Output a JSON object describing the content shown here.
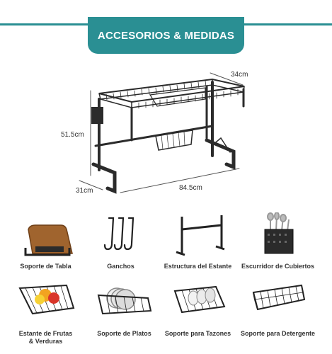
{
  "header": {
    "title": "ACCESORIOS & MEDIDAS"
  },
  "dimensions": {
    "depth_top": "34cm",
    "height": "51.5cm",
    "depth_bottom": "31cm",
    "width": "84.5cm"
  },
  "accessories": [
    {
      "label": "Soporte de Tabla",
      "icon": "cutting-board-icon"
    },
    {
      "label": "Ganchos",
      "icon": "hooks-icon"
    },
    {
      "label": "Estructura del Estante",
      "icon": "frame-icon"
    },
    {
      "label": "Escurridor de Cubiertos",
      "icon": "cutlery-holder-icon"
    },
    {
      "label": "Estante de Frutas\n& Verduras",
      "icon": "fruit-basket-icon"
    },
    {
      "label": "Soporte de Platos",
      "icon": "plate-rack-icon"
    },
    {
      "label": "Soporte para Tazones",
      "icon": "bowl-rack-icon"
    },
    {
      "label": "Soporte para Detergente",
      "icon": "detergent-basket-icon"
    }
  ],
  "colors": {
    "accent": "#2a8f93",
    "metal": "#2b2b2b"
  }
}
